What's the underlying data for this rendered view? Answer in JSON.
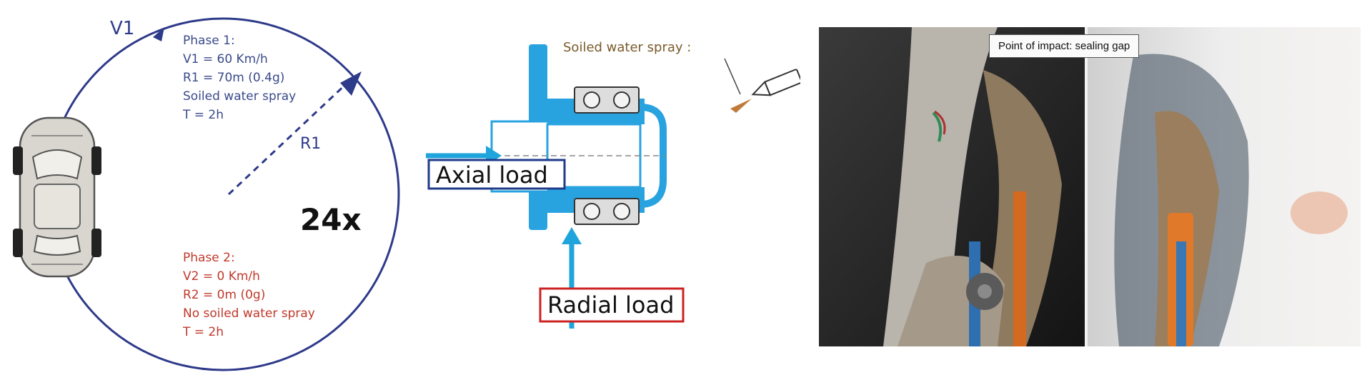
{
  "circuit": {
    "speed_label": "V1",
    "radius_label": "R1",
    "repeat_label": "24x",
    "phase1": [
      "Phase 1:",
      "V1 = 60 Km/h",
      "R1 = 70m (0.4g)",
      "Soiled water spray",
      "T = 2h"
    ],
    "phase2": [
      "Phase 2:",
      "V2 = 0 Km/h",
      "R2 = 0m (0g)",
      "No soiled water spray",
      "T = 2h"
    ],
    "colors": {
      "circle": "#2e3a8a",
      "phase1_text": "#3a4a8a",
      "phase2_text": "#c0392b",
      "car": "#d8d6cf"
    },
    "car_icon": "car-top-view-icon"
  },
  "hub": {
    "spray_label": "Soiled water spray :",
    "axial_label": "Axial load",
    "radial_label": "Radial load",
    "colors": {
      "hub": "#29a3e0",
      "arrow": "#1fa5dc",
      "axial_box": "#1f3b8a",
      "radial_box": "#cc2222",
      "spray_text": "#7a5a2a"
    },
    "nozzle_icon": "spray-nozzle-icon"
  },
  "photo": {
    "label": "Point of impact: sealing gap"
  }
}
